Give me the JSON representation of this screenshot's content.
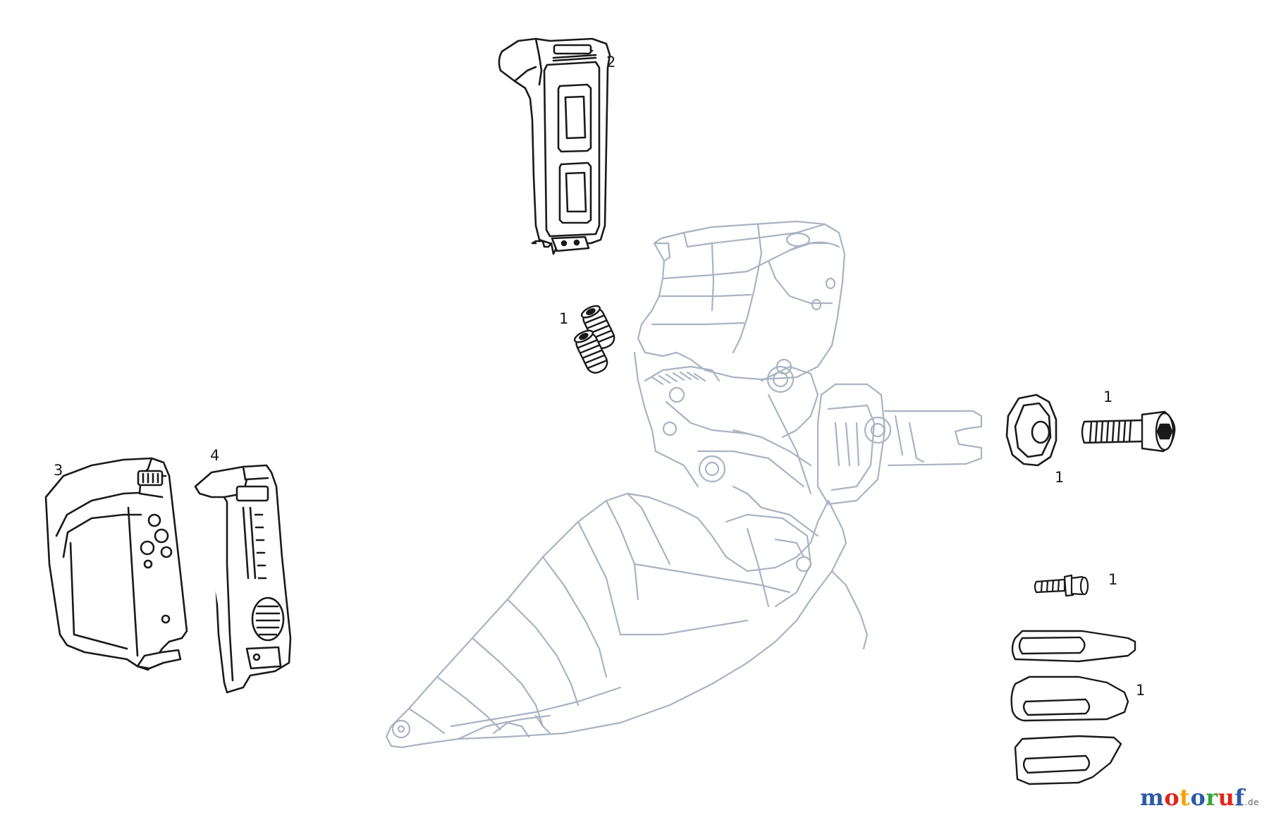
{
  "diagram": {
    "callouts": {
      "c2": "2",
      "c1_screws": "1",
      "c3": "3",
      "c4": "4",
      "c1_bolt": "1",
      "c1_washer": "1",
      "c1_small_bolt": "1",
      "c1_shims": "1"
    },
    "colors": {
      "part_ink": "#1a1a1a",
      "ghost_ink": "#aab3c2",
      "ghost_ink_dark": "#8f99aa"
    }
  },
  "watermark": {
    "letters": [
      {
        "ch": "m",
        "color": "#2d5aa8"
      },
      {
        "ch": "o",
        "color": "#e2231a"
      },
      {
        "ch": "t",
        "color": "#f4a300"
      },
      {
        "ch": "o",
        "color": "#2d5aa8"
      },
      {
        "ch": "r",
        "color": "#3aa535"
      },
      {
        "ch": "u",
        "color": "#e2231a"
      },
      {
        "ch": "f",
        "color": "#2d5aa8"
      }
    ],
    "tld": ".de"
  }
}
